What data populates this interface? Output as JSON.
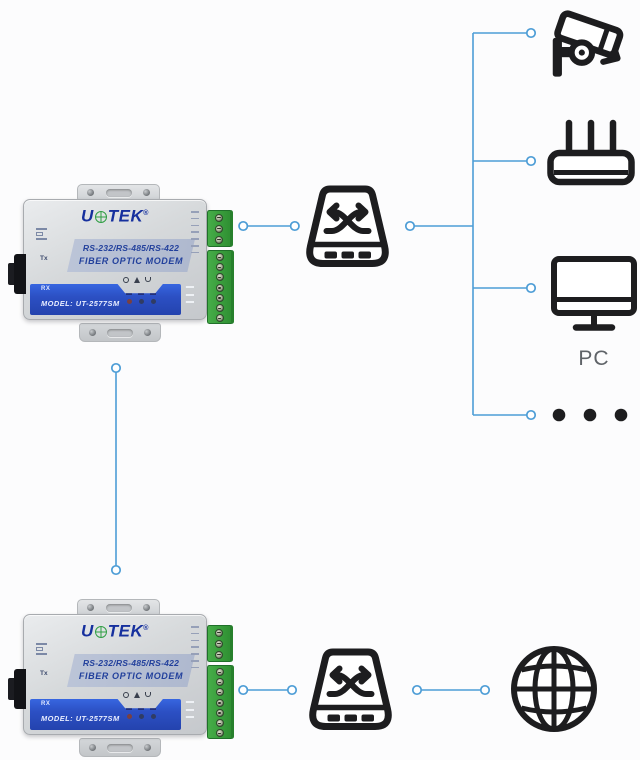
{
  "colors": {
    "wire_blue": "#4d9dd6",
    "icon_ink": "#1d1d1f",
    "band_blue": "#2c50c4",
    "logo_blue": "#16309e",
    "logo_globe_green": "#2f9e43",
    "terminal_green": "#3ba140",
    "plate_text_blue": "#22409c",
    "pc_label_gray": "#5f6368"
  },
  "modem": {
    "brand_u": "U",
    "brand_tek": "TEK",
    "reg_mark": "®",
    "spec_line1": "RS-232/RS-485/RS-422",
    "spec_line2": "FIBER OPTIC MODEM",
    "rx_label": "RX",
    "tx_label": "Tx",
    "model_label": "MODEL: UT-2577SM"
  },
  "labels": {
    "pc": "PC"
  },
  "icons": {
    "switch": "network-switch-icon",
    "camera": "cctv-camera-icon",
    "router": "wireless-router-icon",
    "pc": "desktop-pc-icon",
    "more": "ellipsis-more-devices-icon",
    "internet": "globe-internet-icon"
  }
}
